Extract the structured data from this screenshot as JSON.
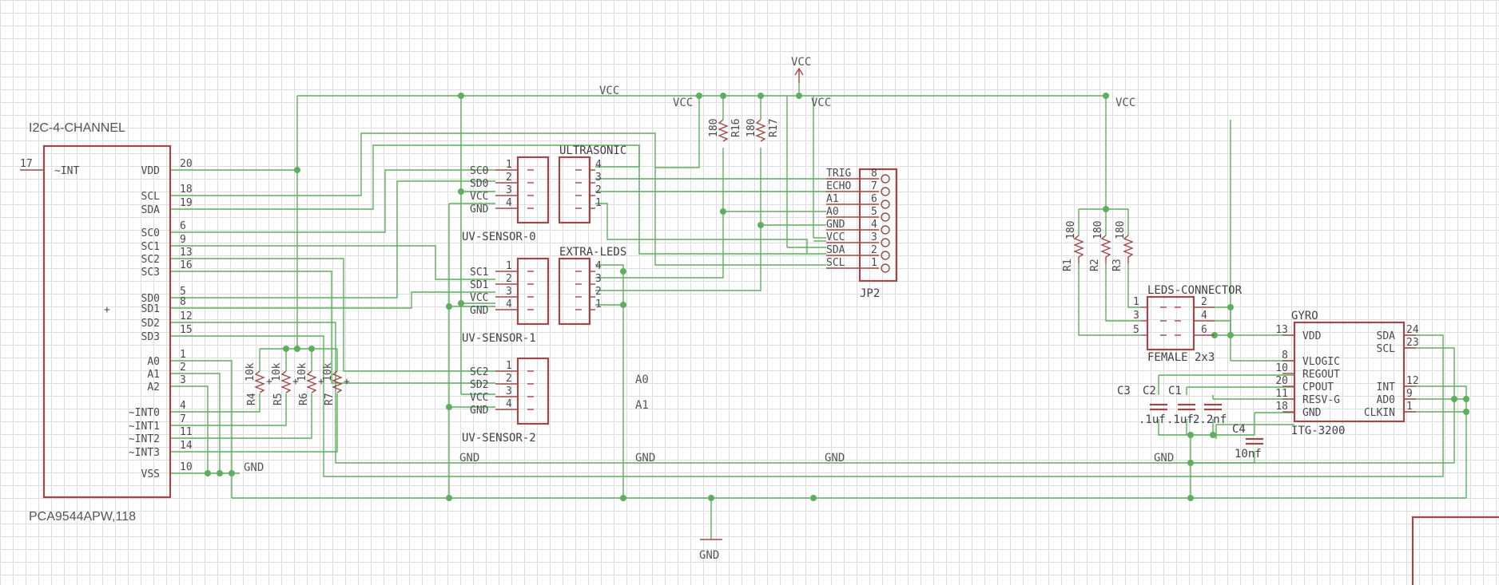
{
  "ic": {
    "name": "I2C-4-CHANNEL",
    "value": "PCA9544APW,118",
    "left_pins": [
      {
        "num": "17",
        "name": "~INT"
      }
    ],
    "right_pins": [
      {
        "name": "VDD",
        "num": "20"
      },
      {
        "name": "SCL",
        "num": "18"
      },
      {
        "name": "SDA",
        "num": "19"
      },
      {
        "name": "SC0",
        "num": "6"
      },
      {
        "name": "SC1",
        "num": "9"
      },
      {
        "name": "SC2",
        "num": "13"
      },
      {
        "name": "SC3",
        "num": "16"
      },
      {
        "name": "SD0",
        "num": "5"
      },
      {
        "name": "SD1",
        "num": "8"
      },
      {
        "name": "SD2",
        "num": "12"
      },
      {
        "name": "SD3",
        "num": "15"
      },
      {
        "name": "A0",
        "num": "1"
      },
      {
        "name": "A1",
        "num": "2"
      },
      {
        "name": "A2",
        "num": "3"
      },
      {
        "name": "~INT0",
        "num": "4"
      },
      {
        "name": "~INT1",
        "num": "7"
      },
      {
        "name": "~INT2",
        "num": "11"
      },
      {
        "name": "~INT3",
        "num": "14"
      },
      {
        "name": "VSS",
        "num": "10"
      }
    ]
  },
  "pullups_left": [
    {
      "name": "R4",
      "value": "10k"
    },
    {
      "name": "R5",
      "value": "10k"
    },
    {
      "name": "R6",
      "value": "10k"
    },
    {
      "name": "R7",
      "value": "10k"
    }
  ],
  "uv0": {
    "name": "UV-SENSOR-0",
    "pins": [
      {
        "num": "1",
        "net": "SC0"
      },
      {
        "num": "2",
        "net": "SD0"
      },
      {
        "num": "3",
        "net": "VCC"
      },
      {
        "num": "4",
        "net": "GND"
      }
    ]
  },
  "uv1": {
    "name": "UV-SENSOR-1",
    "pins": [
      {
        "num": "1",
        "net": "SC1"
      },
      {
        "num": "2",
        "net": "SD1"
      },
      {
        "num": "3",
        "net": "VCC"
      },
      {
        "num": "4",
        "net": "GND"
      }
    ]
  },
  "uv2": {
    "name": "UV-SENSOR-2",
    "pins": [
      {
        "num": "1",
        "net": "SC2"
      },
      {
        "num": "2",
        "net": "SD2"
      },
      {
        "num": "3",
        "net": "VCC"
      },
      {
        "num": "4",
        "net": "GND"
      }
    ]
  },
  "ultrasonic": {
    "name": "ULTRASONIC",
    "pins": [
      "4",
      "3",
      "2",
      "1"
    ]
  },
  "extra_leds": {
    "name": "EXTRA-LEDS",
    "pins": [
      "4",
      "3",
      "2",
      "1"
    ]
  },
  "r16": {
    "name": "R16",
    "value": "180"
  },
  "r17": {
    "name": "R17",
    "value": "180"
  },
  "jp2": {
    "name": "JP2",
    "pins": [
      {
        "num": "8",
        "net": "TRIG"
      },
      {
        "num": "7",
        "net": "ECHO"
      },
      {
        "num": "6",
        "net": "A1"
      },
      {
        "num": "5",
        "net": "A0"
      },
      {
        "num": "4",
        "net": "GND"
      },
      {
        "num": "3",
        "net": "VCC"
      },
      {
        "num": "2",
        "net": "SDA"
      },
      {
        "num": "1",
        "net": "SCL"
      }
    ]
  },
  "pullups_right": [
    {
      "name": "R1",
      "value": "180"
    },
    {
      "name": "R2",
      "value": "180"
    },
    {
      "name": "R3",
      "value": "180"
    }
  ],
  "leds_connector": {
    "name": "LEDS-CONNECTOR",
    "value": "FEMALE 2x3",
    "left_pins": [
      "1",
      "3",
      "5"
    ],
    "right_pins": [
      "2",
      "4",
      "6"
    ]
  },
  "caps": [
    {
      "name": "C3",
      "value": ".1uf"
    },
    {
      "name": "C2",
      "value": ".1uf"
    },
    {
      "name": "C1",
      "value": "2.2nf"
    },
    {
      "name": "C4",
      "value": "10nf"
    }
  ],
  "gyro": {
    "name": "GYRO",
    "value": "ITG-3200",
    "left_pins": [
      {
        "num": "13",
        "name": "VDD"
      },
      {
        "num": "8",
        "name": "VLOGIC"
      },
      {
        "num": "10",
        "name": "REGOUT"
      },
      {
        "num": "20",
        "name": "CPOUT"
      },
      {
        "num": "11",
        "name": "RESV-G"
      },
      {
        "num": "18",
        "name": "GND"
      }
    ],
    "right_pins": [
      {
        "num": "24",
        "name": "SDA"
      },
      {
        "num": "23",
        "name": "SCL"
      },
      {
        "num": "12",
        "name": "INT"
      },
      {
        "num": "9",
        "name": "AD0"
      },
      {
        "num": "1",
        "name": "CLKIN"
      }
    ]
  },
  "net_labels": {
    "vcc": "VCC",
    "gnd": "GND",
    "a0": "A0",
    "a1": "A1"
  },
  "colors": {
    "wire": "#5fae5f",
    "part": "#a04848",
    "grid": "#dedede"
  }
}
